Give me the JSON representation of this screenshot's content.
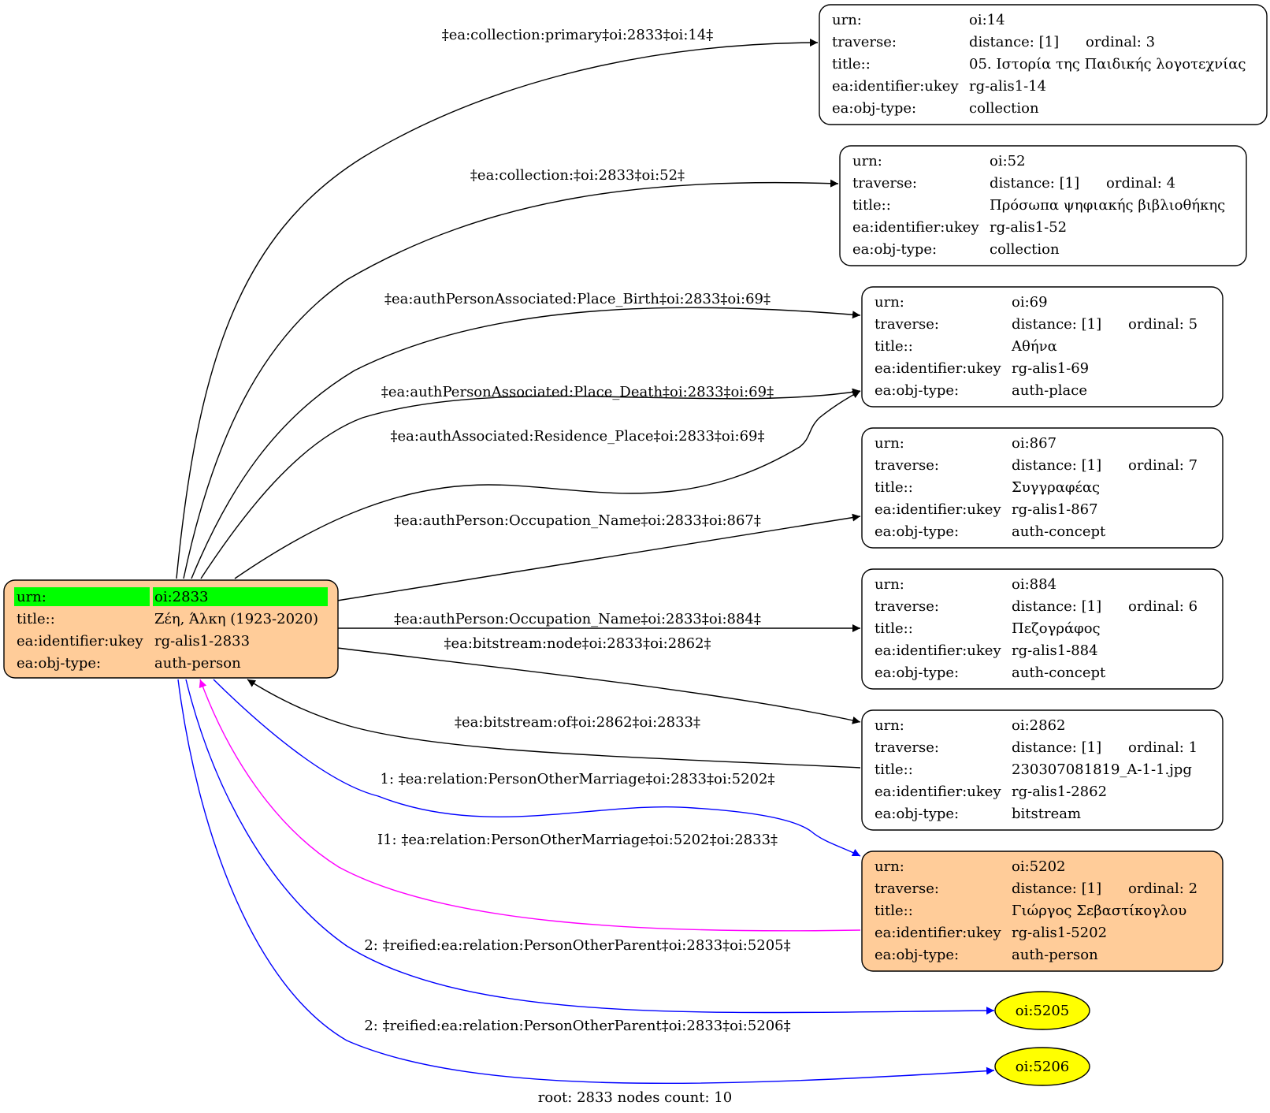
{
  "root_node": {
    "rows": [
      {
        "key": "urn:",
        "value": "oi:2833"
      },
      {
        "key": "title::",
        "value": "Ζέη, Άλκη (1923-2020)"
      },
      {
        "key": "ea:identifier:ukey",
        "value": "rg-alis1-2833"
      },
      {
        "key": "ea:obj-type:",
        "value": "auth-person"
      }
    ],
    "fill": "#ffcc99",
    "highlight": "#00ff00"
  },
  "nodes": [
    {
      "name": "node-oi-14",
      "fill": "#ffffff",
      "urn": "oi:14",
      "distance": "distance: [1]",
      "ordinal": "ordinal: 3",
      "title": "05. Ιστορία της Παιδικής λογοτεχνίας",
      "ukey": "rg-alis1-14",
      "obj_type": "collection"
    },
    {
      "name": "node-oi-52",
      "fill": "#ffffff",
      "urn": "oi:52",
      "distance": "distance: [1]",
      "ordinal": "ordinal: 4",
      "title": "Πρόσωπα ψηφιακής βιβλιοθήκης",
      "ukey": "rg-alis1-52",
      "obj_type": "collection"
    },
    {
      "name": "node-oi-69",
      "fill": "#ffffff",
      "urn": "oi:69",
      "distance": "distance: [1]",
      "ordinal": "ordinal: 5",
      "title": "Αθήνα",
      "ukey": "rg-alis1-69",
      "obj_type": "auth-place"
    },
    {
      "name": "node-oi-867",
      "fill": "#ffffff",
      "urn": "oi:867",
      "distance": "distance: [1]",
      "ordinal": "ordinal: 7",
      "title": "Συγγραφέας",
      "ukey": "rg-alis1-867",
      "obj_type": "auth-concept"
    },
    {
      "name": "node-oi-884",
      "fill": "#ffffff",
      "urn": "oi:884",
      "distance": "distance: [1]",
      "ordinal": "ordinal: 6",
      "title": "Πεζογράφος",
      "ukey": "rg-alis1-884",
      "obj_type": "auth-concept"
    },
    {
      "name": "node-oi-2862",
      "fill": "#ffffff",
      "urn": "oi:2862",
      "distance": "distance: [1]",
      "ordinal": "ordinal: 1",
      "title": "230307081819_A-1-1.jpg",
      "ukey": "rg-alis1-2862",
      "obj_type": "bitstream"
    },
    {
      "name": "node-oi-5202",
      "fill": "#ffcc99",
      "urn": "oi:5202",
      "distance": "distance: [1]",
      "ordinal": "ordinal: 2",
      "title": "Γιώργος Σεβαστίκογλου",
      "ukey": "rg-alis1-5202",
      "obj_type": "auth-person"
    }
  ],
  "row_keys": {
    "urn": "urn:",
    "traverse": "traverse:",
    "title": "title::",
    "ukey": "ea:identifier:ukey",
    "obj_type": "ea:obj-type:"
  },
  "ellipse_nodes": [
    {
      "label": "oi:5205",
      "fill": "#ffff00"
    },
    {
      "label": "oi:5206",
      "fill": "#ffff00"
    }
  ],
  "edges": [
    {
      "label": "‡ea:collection:primary‡oi:2833‡oi:14‡",
      "color": "#000000"
    },
    {
      "label": "‡ea:collection:‡oi:2833‡oi:52‡",
      "color": "#000000"
    },
    {
      "label": "‡ea:authPersonAssociated:Place_Birth‡oi:2833‡oi:69‡",
      "color": "#000000"
    },
    {
      "label": "‡ea:authPersonAssociated:Place_Death‡oi:2833‡oi:69‡",
      "color": "#000000"
    },
    {
      "label": "‡ea:authAssociated:Residence_Place‡oi:2833‡oi:69‡",
      "color": "#000000"
    },
    {
      "label": "‡ea:authPerson:Occupation_Name‡oi:2833‡oi:867‡",
      "color": "#000000"
    },
    {
      "label": "‡ea:authPerson:Occupation_Name‡oi:2833‡oi:884‡",
      "color": "#000000"
    },
    {
      "label": "‡ea:bitstream:node‡oi:2833‡oi:2862‡",
      "color": "#000000"
    },
    {
      "label": "‡ea:bitstream:of‡oi:2862‡oi:2833‡",
      "color": "#000000"
    },
    {
      "label": "1: ‡ea:relation:PersonOtherMarriage‡oi:2833‡oi:5202‡",
      "color": "#0000ff"
    },
    {
      "label": "I1: ‡ea:relation:PersonOtherMarriage‡oi:5202‡oi:2833‡",
      "color": "#ff00ff"
    },
    {
      "label": "2: ‡reified:ea:relation:PersonOtherParent‡oi:2833‡oi:5205‡",
      "color": "#0000ff"
    },
    {
      "label": "2: ‡reified:ea:relation:PersonOtherParent‡oi:2833‡oi:5206‡",
      "color": "#0000ff"
    }
  ],
  "footer": "root: 2833 nodes count: 10"
}
